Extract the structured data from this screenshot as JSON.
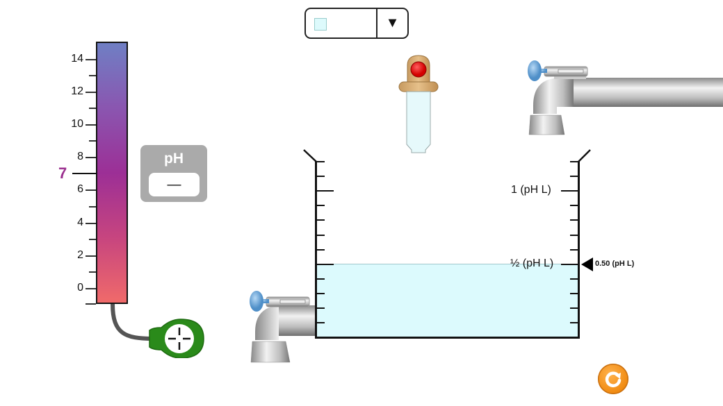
{
  "solute_selector": {
    "selected_swatch_color": "#ddfafc",
    "selected_label": "",
    "arrow": "▼"
  },
  "ph_scale": {
    "tick_labels": [
      "14",
      "12",
      "10",
      "8",
      "6",
      "4",
      "2",
      "0"
    ],
    "neutral_label": "7",
    "neutral_color": "#9b2f8f",
    "gradient_top": "#6f7fc4",
    "gradient_mid": "#9c2f96",
    "gradient_bottom": "#f06a6a"
  },
  "ph_meter": {
    "title": "pH",
    "value": "—"
  },
  "beaker": {
    "label_full": "1 (pH L)",
    "label_half": "½ (pH L)",
    "volume_readout": "0.50 (pH L)",
    "solution_color": "#dcfafd"
  },
  "dropper": {
    "button_color": "#e8161c"
  },
  "faucets": {
    "water_faucet": "water-faucet",
    "drain_faucet": "drain-faucet"
  },
  "reset": {
    "icon": "reset-icon",
    "color": "#f08a10"
  }
}
